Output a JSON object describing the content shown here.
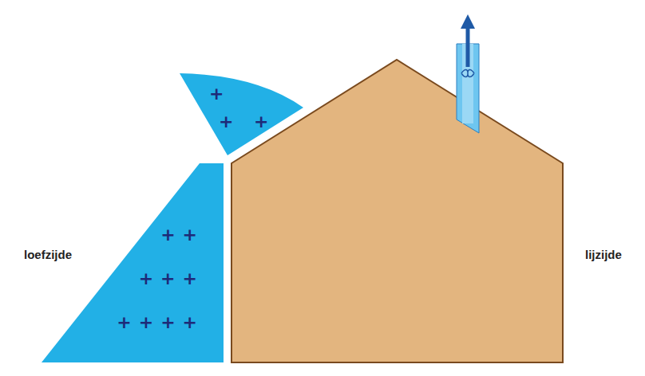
{
  "diagram": {
    "nodes": [
      {
        "text": [
          "+",
          "+ +"
        ]
      },
      {
        "text": [
          "++",
          "+++",
          "++++"
        ]
      }
    ],
    "labels": [
      "loefzijde",
      "lijzijde"
    ]
  }
}
